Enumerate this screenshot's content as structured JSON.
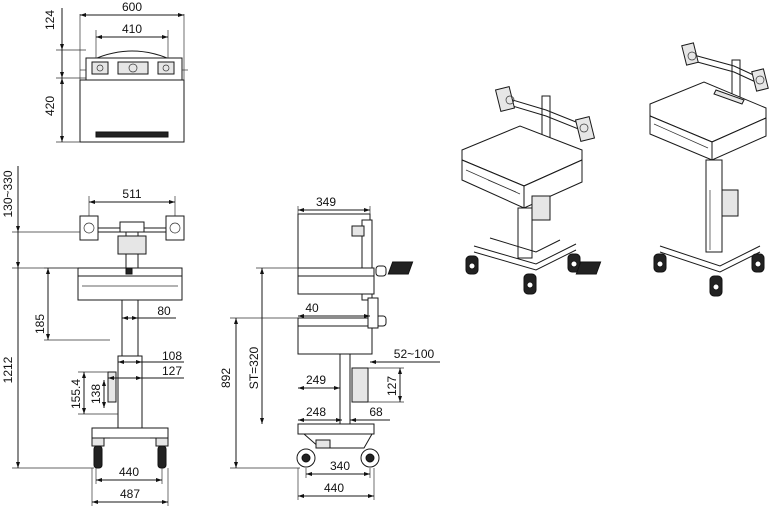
{
  "top_view": {
    "width": "600",
    "inner_width": "410",
    "top_height": "124",
    "body_height": "420"
  },
  "front_view": {
    "monitor_span": "511",
    "top_adjust": "130~330",
    "total_height": "1212",
    "drawer_height": "185",
    "column_width": "80",
    "column_outer": "108",
    "column_inner": "127",
    "bracket_height": "155.4",
    "bracket_inner": "138",
    "wheel_span": "440",
    "base_width": "487"
  },
  "side_view": {
    "depth": "349",
    "shelf_offset": "40",
    "stroke": "ST=320",
    "height": "892",
    "bracket_range": "52~100",
    "column_offset": "249",
    "bracket_height": "127",
    "base_offset": "248",
    "handle_offset": "68",
    "wheel_span": "340",
    "base_depth": "440"
  }
}
